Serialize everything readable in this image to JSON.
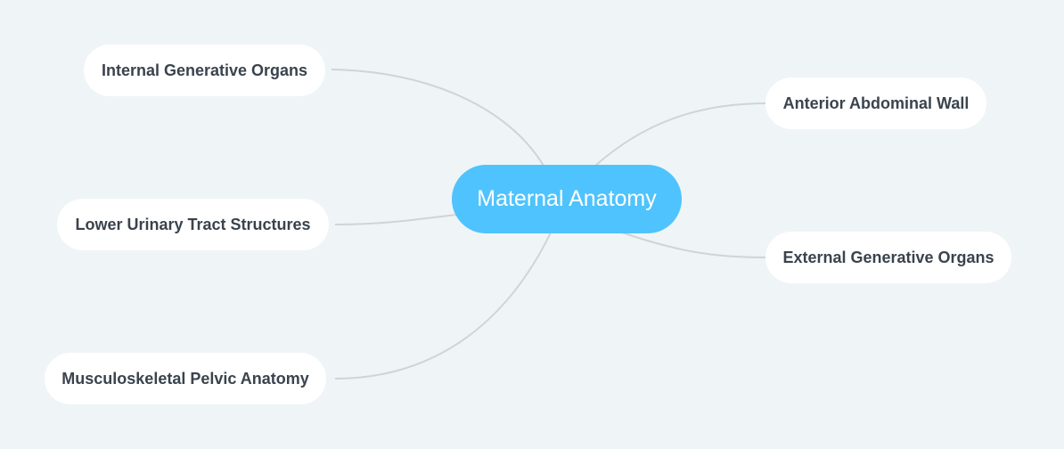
{
  "mindmap": {
    "root": {
      "label": "Maternal Anatomy",
      "color": "#4fc3fd"
    },
    "children": [
      {
        "label": "Internal Generative Organs",
        "side": "left"
      },
      {
        "label": "Lower Urinary Tract Structures",
        "side": "left"
      },
      {
        "label": "Musculoskeletal Pelvic Anatomy",
        "side": "left"
      },
      {
        "label": "Anterior Abdominal Wall",
        "side": "right"
      },
      {
        "label": "External Generative Organs",
        "side": "right"
      }
    ],
    "colors": {
      "background": "#eff4f7",
      "node_fill": "#ffffff",
      "node_text": "#3a434d",
      "edge": "#cfd4d8"
    }
  }
}
